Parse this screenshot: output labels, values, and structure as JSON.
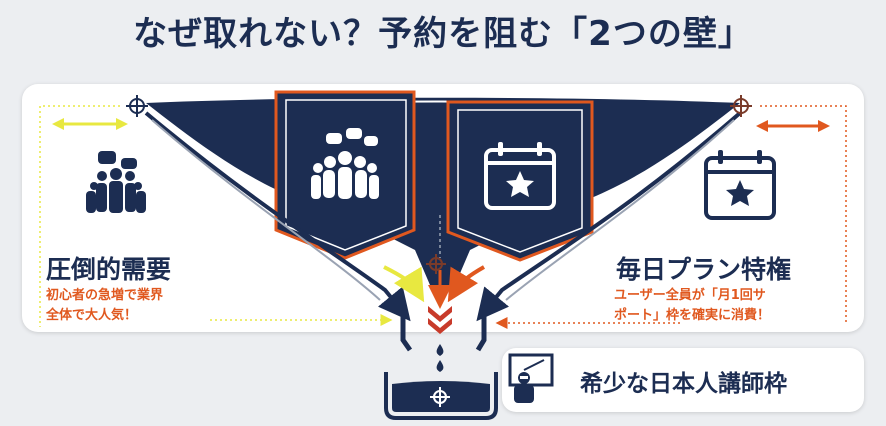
{
  "title": "なぜ取れない？予約を阻む「2つの壁」",
  "left": {
    "heading": "圧倒的需要",
    "lines": [
      "初心者の急増で業界",
      "全体で大人気！"
    ],
    "icon": "crowd-icon"
  },
  "right": {
    "heading": "毎日プラン特権",
    "lines": [
      "ユーザー全員が「月1回サ",
      "ポート」枠を確実に消費！"
    ],
    "icon": "calendar-star-icon"
  },
  "bottom": {
    "label": "希少な日本人講師枠",
    "icon": "teacher-icon"
  },
  "colors": {
    "navy": "#1c2d52",
    "orange": "#e0581f",
    "yellow": "#e8e840",
    "red": "#c83a2a",
    "gray": "#9aa3b3"
  }
}
